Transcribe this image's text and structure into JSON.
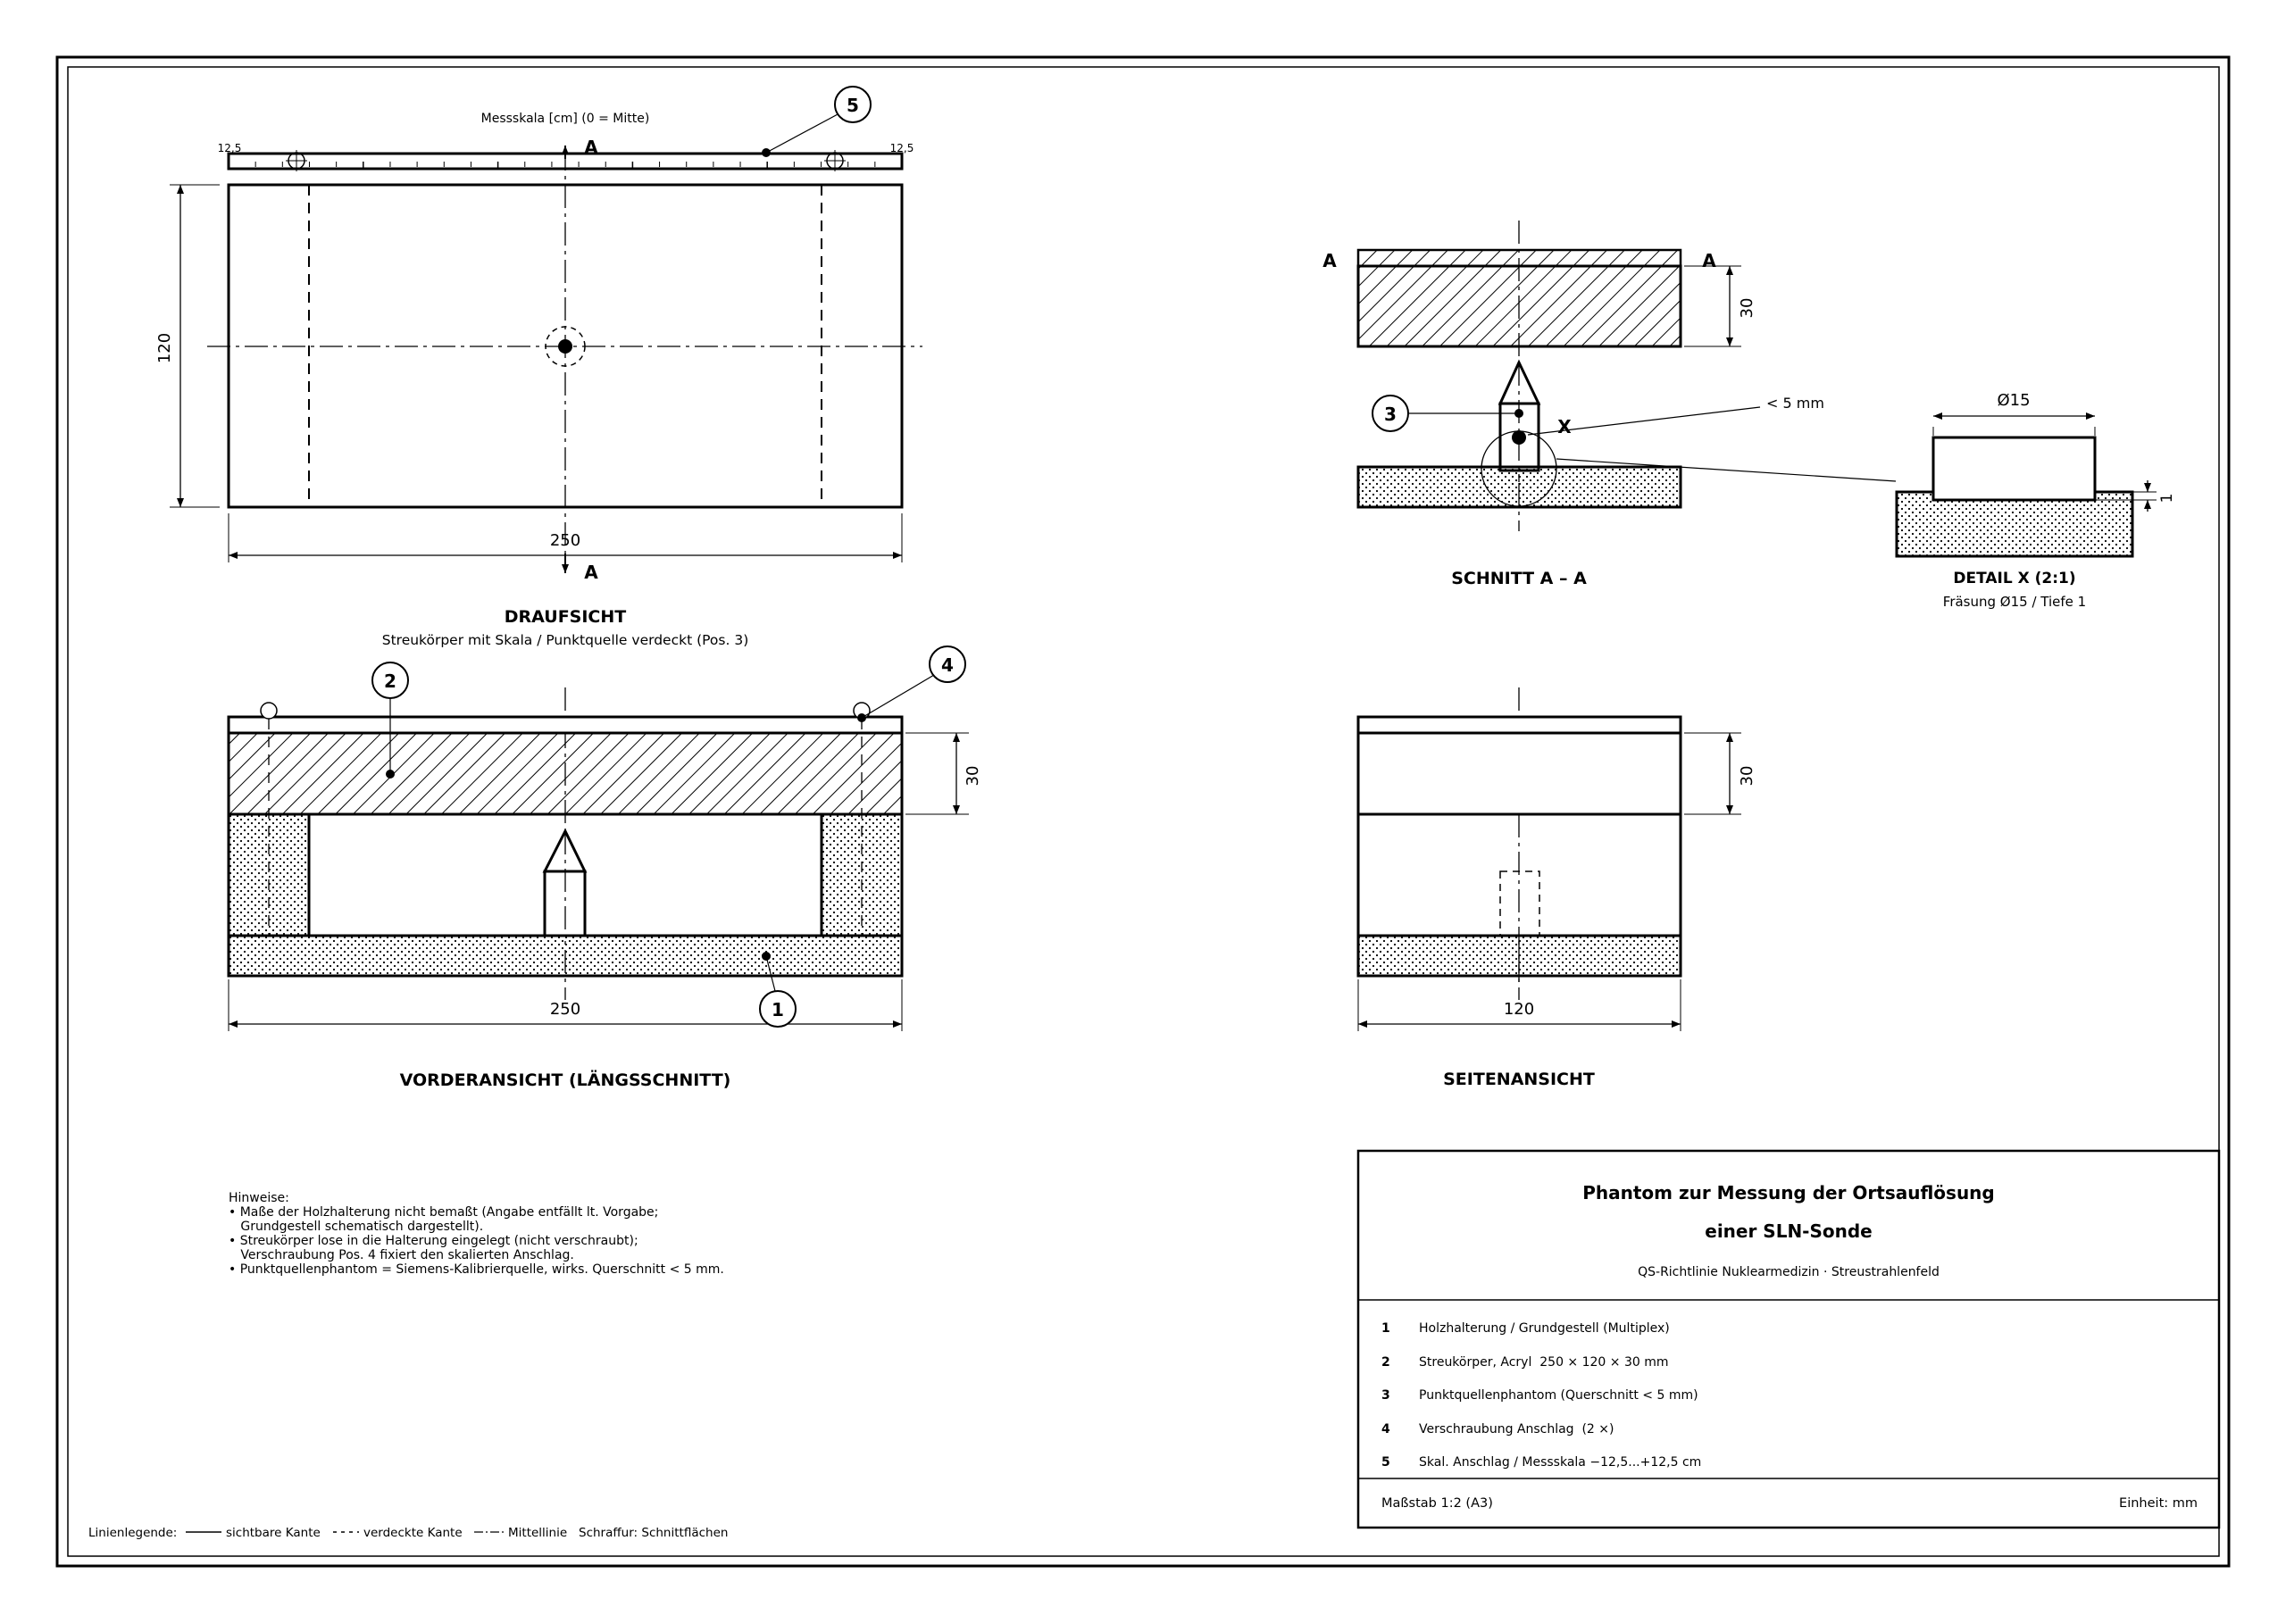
{
  "top_view": {
    "scale_label": "Messskala [cm]  (0 = Mitte)",
    "scale_left": "12,5",
    "scale_right": "12,5",
    "section_marker": "A",
    "dim_width": "250",
    "dim_height": "120",
    "title": "DRAUFSICHT",
    "subtitle": "Streukörper mit Skala / Punktquelle verdeckt (Pos. 3)"
  },
  "section_view": {
    "marker_left": "A",
    "marker_right": "A",
    "dim_thickness": "30",
    "label_gap": "< 5 mm",
    "detail_marker": "X",
    "title": "SCHNITT  A – A"
  },
  "detail_view": {
    "diameter": "Ø15",
    "depth": "1",
    "title": "DETAIL X   (2:1)",
    "subtitle": "Fräsung Ø15 / Tiefe 1"
  },
  "front_view": {
    "dim_thickness": "30",
    "dim_width": "250",
    "title": "VORDERANSICHT (LÄNGSSCHNITT)"
  },
  "side_view": {
    "dim_thickness": "30",
    "dim_width": "120",
    "title": "SEITENANSICHT"
  },
  "balloons": [
    "1",
    "2",
    "3",
    "4",
    "5"
  ],
  "notes": {
    "heading": "Hinweise:",
    "lines": [
      "• Maße der Holzhalterung nicht bemaßt (Angabe entfällt lt. Vorgabe;",
      "   Grundgestell schematisch dargestellt).",
      "• Streukörper lose in die Halterung eingelegt (nicht verschraubt);",
      "   Verschraubung Pos. 4 fixiert den skalierten Anschlag.",
      "• Punktquellenphantom = Siemens-Kalibrierquelle, wirks. Querschnitt < 5 mm."
    ]
  },
  "legend": {
    "label": "Linienlegende:",
    "visible": "sichtbare Kante",
    "hidden": "verdeckte Kante",
    "center": "Mittellinie",
    "hatch": "Schraffur: Schnittflächen"
  },
  "title_block": {
    "title_line1": "Phantom zur Messung der Ortsauflösung",
    "title_line2": "einer SLN-Sonde",
    "subtitle": "QS-Richtlinie Nuklearmedizin · Streustrahlenfeld",
    "parts": [
      {
        "num": "1",
        "text": "Holzhalterung / Grundgestell (Multiplex)"
      },
      {
        "num": "2",
        "text": "Streukörper, Acryl  250 × 120 × 30 mm"
      },
      {
        "num": "3",
        "text": "Punktquellenphantom (Querschnitt < 5 mm)"
      },
      {
        "num": "4",
        "text": "Verschraubung Anschlag  (2 ×)"
      },
      {
        "num": "5",
        "text": "Skal. Anschlag / Messskala −12,5...+12,5 cm"
      }
    ],
    "scale": "Maßstab 1:2 (A3)",
    "unit": "Einheit: mm"
  }
}
